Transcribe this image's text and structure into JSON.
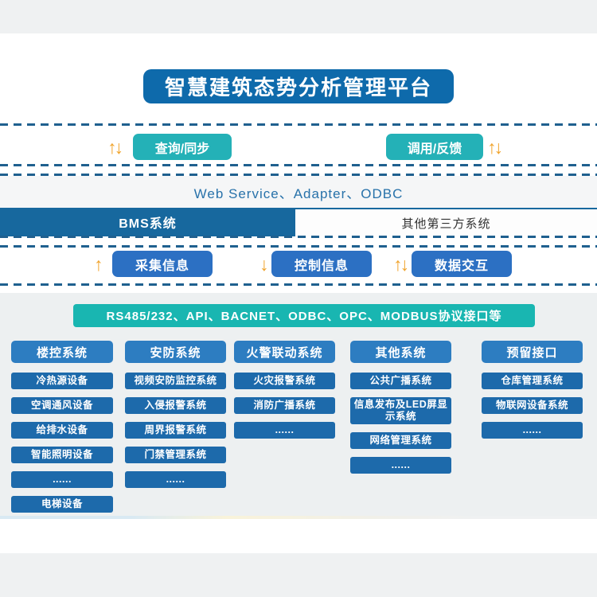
{
  "title": "智慧建筑态势分析管理平台",
  "colors": {
    "title_bg": "#0e6aab",
    "teal_button": "#24b1b7",
    "protocol_bar": "#19b6b1",
    "royal_blue_button": "#2c70c3",
    "column_header_blue": "#2d7dc1",
    "column_item_blue": "#1d6aab",
    "bms_bar_blue": "#17689e",
    "dashed_line": "#1f608f",
    "arrow_orange": "#f0a32b"
  },
  "icons": {
    "arrow_up": "↑",
    "arrow_down": "↓"
  },
  "sync_row": {
    "query_button": "查询/同步",
    "invoke_button": "调用/反馈"
  },
  "middleware": {
    "label": "Web Service、Adapter、ODBC"
  },
  "systems_bar": {
    "left": "BMS系统",
    "right": "其他第三方系统"
  },
  "data_row": {
    "collect_button": "采集信息",
    "control_button": "控制信息",
    "exchange_button": "数据交互"
  },
  "protocol_bar": {
    "label": "RS485/232、API、BACNET、ODBC、OPC、MODBUS协议接口等"
  },
  "columns": [
    {
      "header": "楼控系统",
      "items": [
        "冷热源设备",
        "空调通风设备",
        "给排水设备",
        "智能照明设备",
        "......",
        "电梯设备"
      ]
    },
    {
      "header": "安防系统",
      "items": [
        "视频安防监控系统",
        "入侵报警系统",
        "周界报警系统",
        "门禁管理系统",
        "......"
      ]
    },
    {
      "header": "火警联动系统",
      "items": [
        "火灾报警系统",
        "消防广播系统",
        "......"
      ]
    },
    {
      "header": "其他系统",
      "items": [
        "公共广播系统",
        "信息发布及LED屏显示系统",
        "网络管理系统",
        "......"
      ]
    },
    {
      "header": "预留接口",
      "items": [
        "仓库管理系统",
        "物联网设备系统",
        "......"
      ]
    }
  ]
}
